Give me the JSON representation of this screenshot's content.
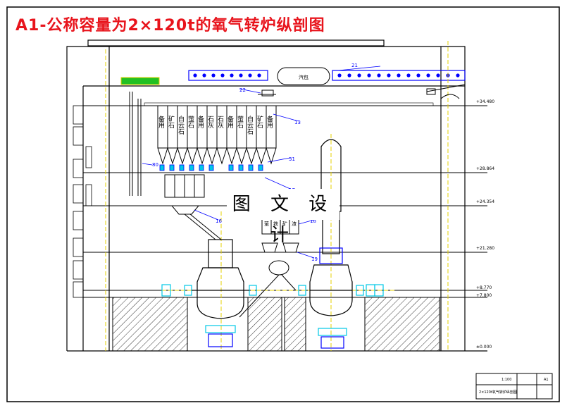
{
  "title": "A1-公称容量为2×120t的氧气转炉纵剖图",
  "watermark": "图 文 设 计",
  "labels": {
    "steam_tank": "汽包",
    "equipment_box": "",
    "leader_numbers": [
      "21",
      "22",
      "13",
      "31",
      "17",
      "16",
      "18",
      "19",
      "80"
    ],
    "bins_left": [
      "备用",
      "矿石",
      "白云石",
      "萤石",
      "备用",
      "石灰"
    ],
    "bins_right": [
      "石灰",
      "备用",
      "萤石",
      "白云石",
      "矿石",
      "备用"
    ],
    "small_bins": [
      "萤",
      "铁",
      "矿",
      "渣"
    ]
  },
  "elevations": [
    "+34.480",
    "+28.864",
    "+24.354",
    "+21.280",
    "+8.770",
    "+7.800",
    "±0.000"
  ],
  "title_block": {
    "name": "2×120t氧气转炉纵剖图",
    "scale": "1:100",
    "sheet": "A1"
  },
  "colors": {
    "title": "#e8141c",
    "line": "#000000",
    "blue": "#0000ff",
    "cyan": "#00c8e6",
    "yellow": "#e6d200",
    "green": "#22c022",
    "magenta": "#d000d0"
  }
}
